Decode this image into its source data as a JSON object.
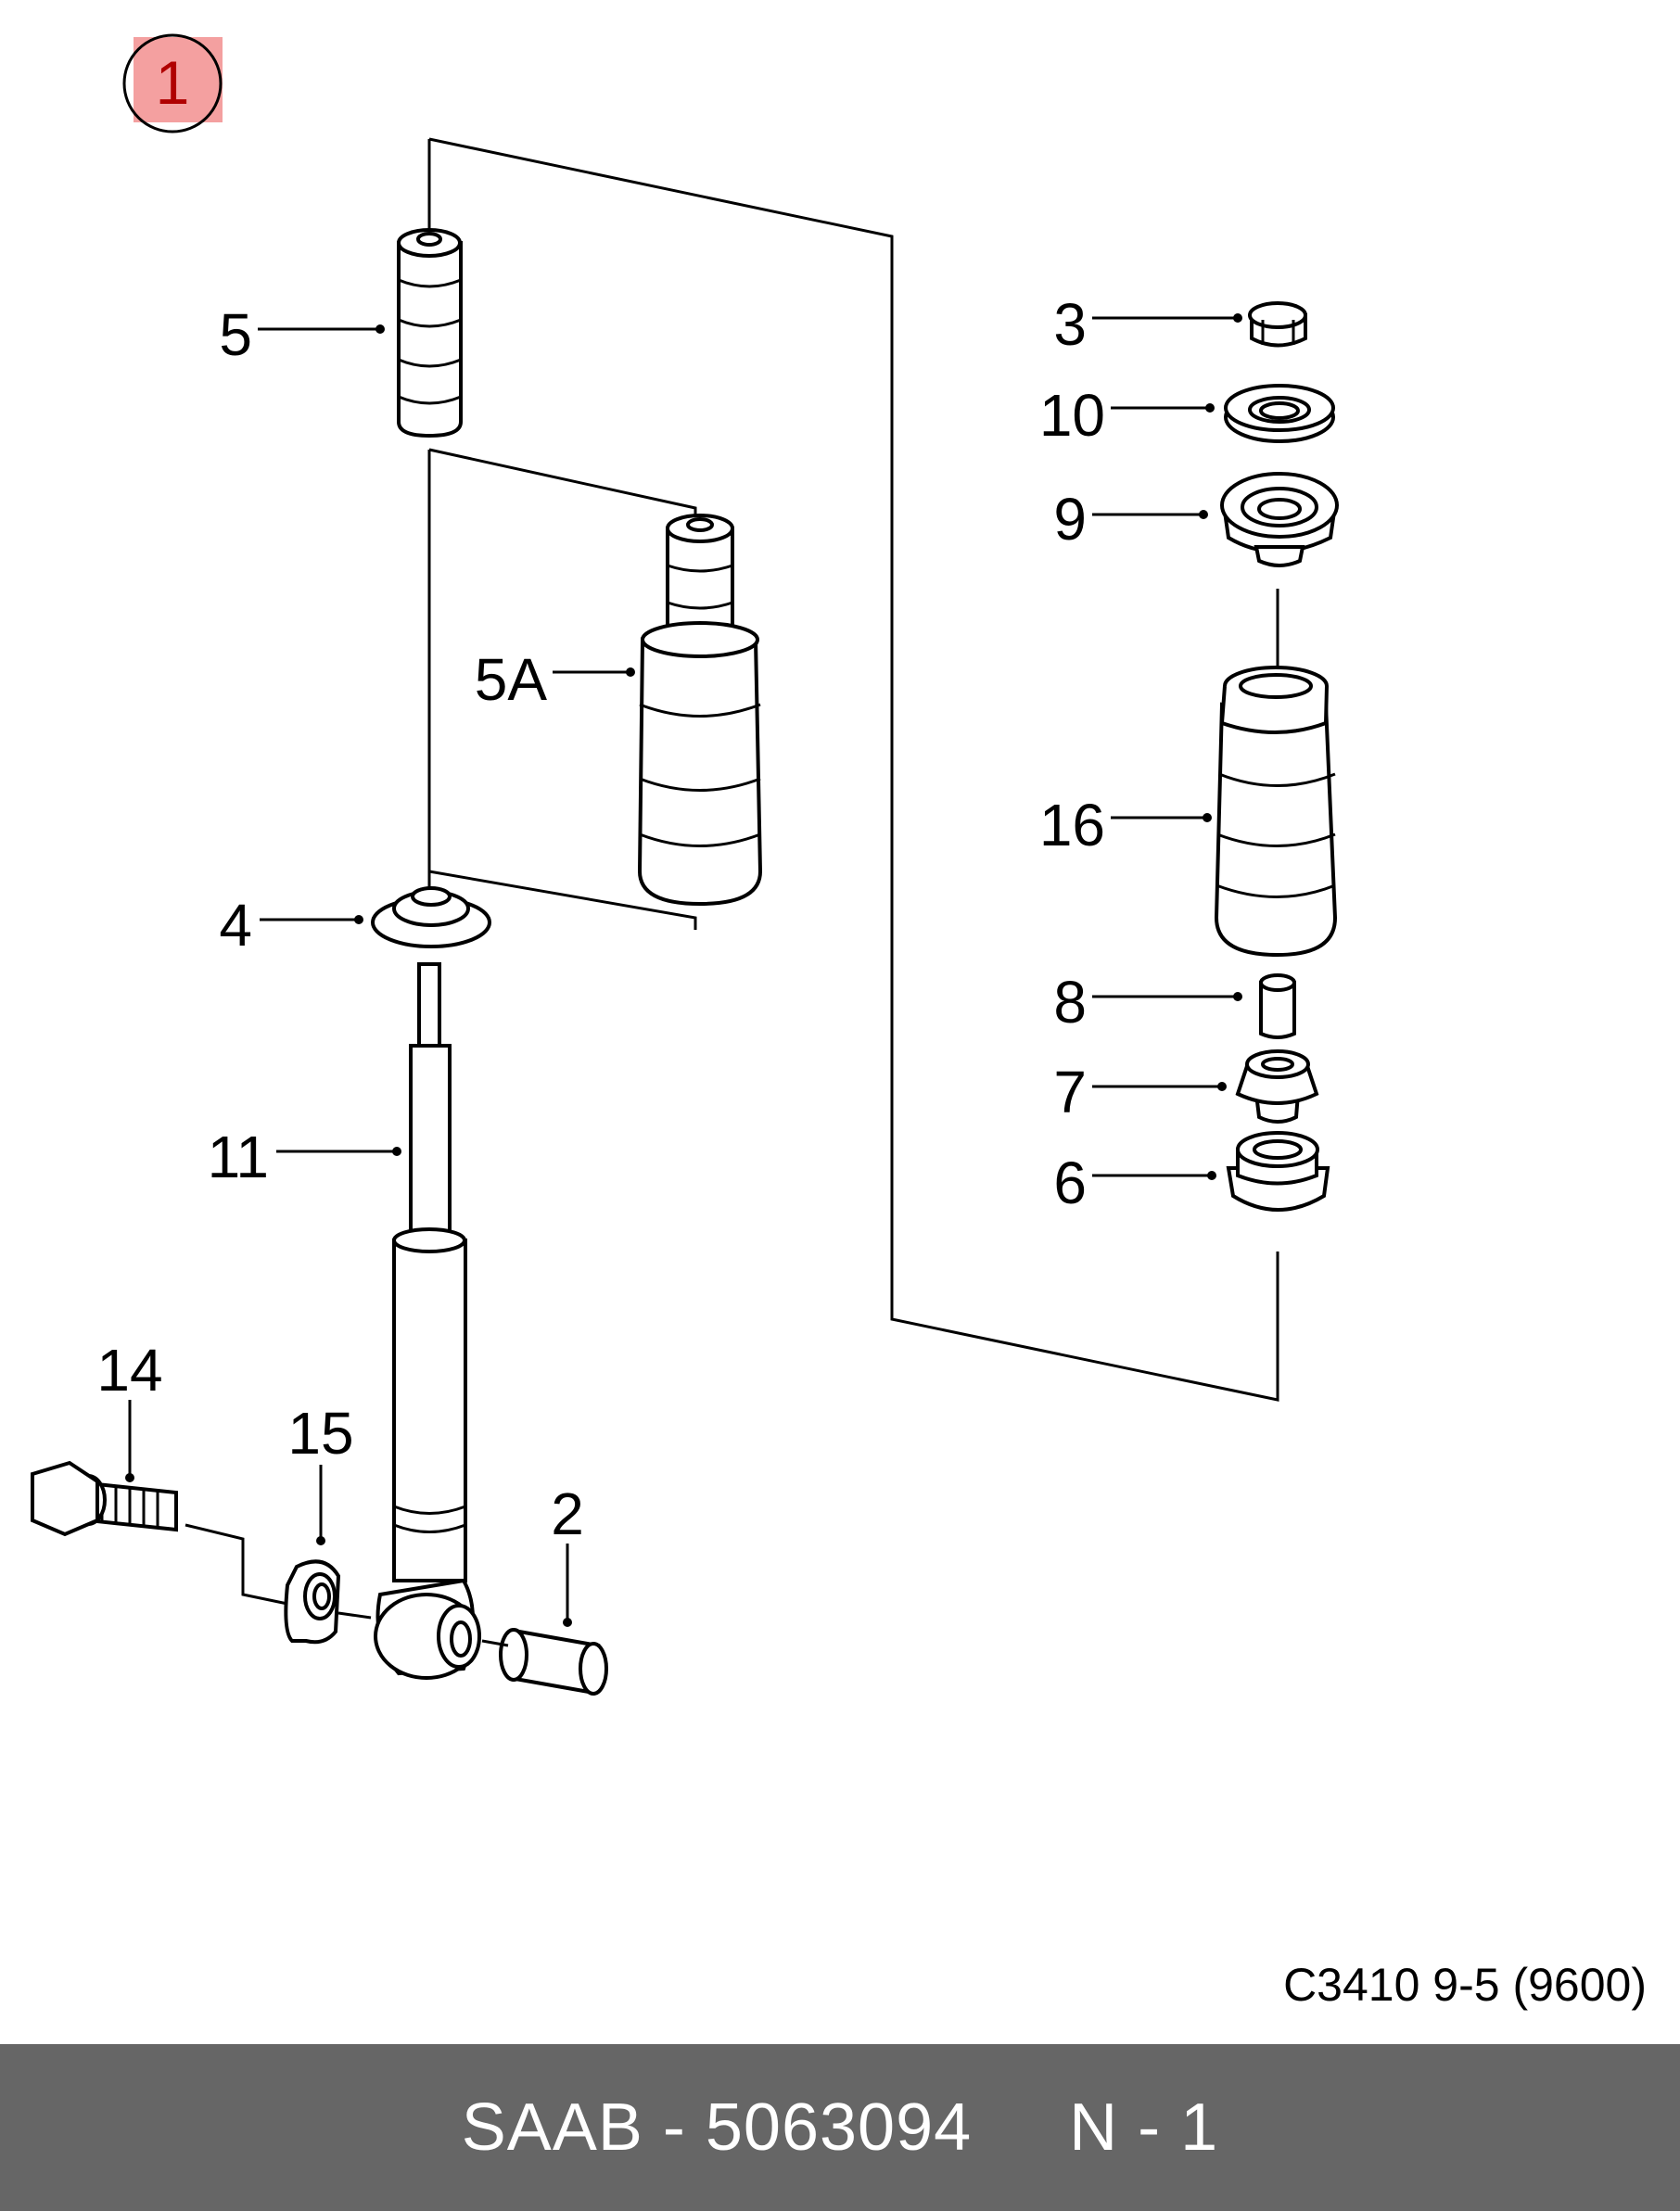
{
  "badge": {
    "number": "1",
    "color": "#f4a0a0"
  },
  "reference": "C3410 9-5 (9600)",
  "footer": {
    "text": "SAAB - 5063094     N - 1",
    "background": "#666666"
  },
  "callouts": [
    {
      "id": "5",
      "label": "5"
    },
    {
      "id": "5A",
      "label": "5A"
    },
    {
      "id": "4",
      "label": "4"
    },
    {
      "id": "11",
      "label": "11"
    },
    {
      "id": "14",
      "label": "14"
    },
    {
      "id": "15",
      "label": "15"
    },
    {
      "id": "2",
      "label": "2"
    },
    {
      "id": "3",
      "label": "3"
    },
    {
      "id": "10",
      "label": "10"
    },
    {
      "id": "9",
      "label": "9"
    },
    {
      "id": "16",
      "label": "16"
    },
    {
      "id": "8",
      "label": "8"
    },
    {
      "id": "7",
      "label": "7"
    },
    {
      "id": "6",
      "label": "6"
    }
  ]
}
